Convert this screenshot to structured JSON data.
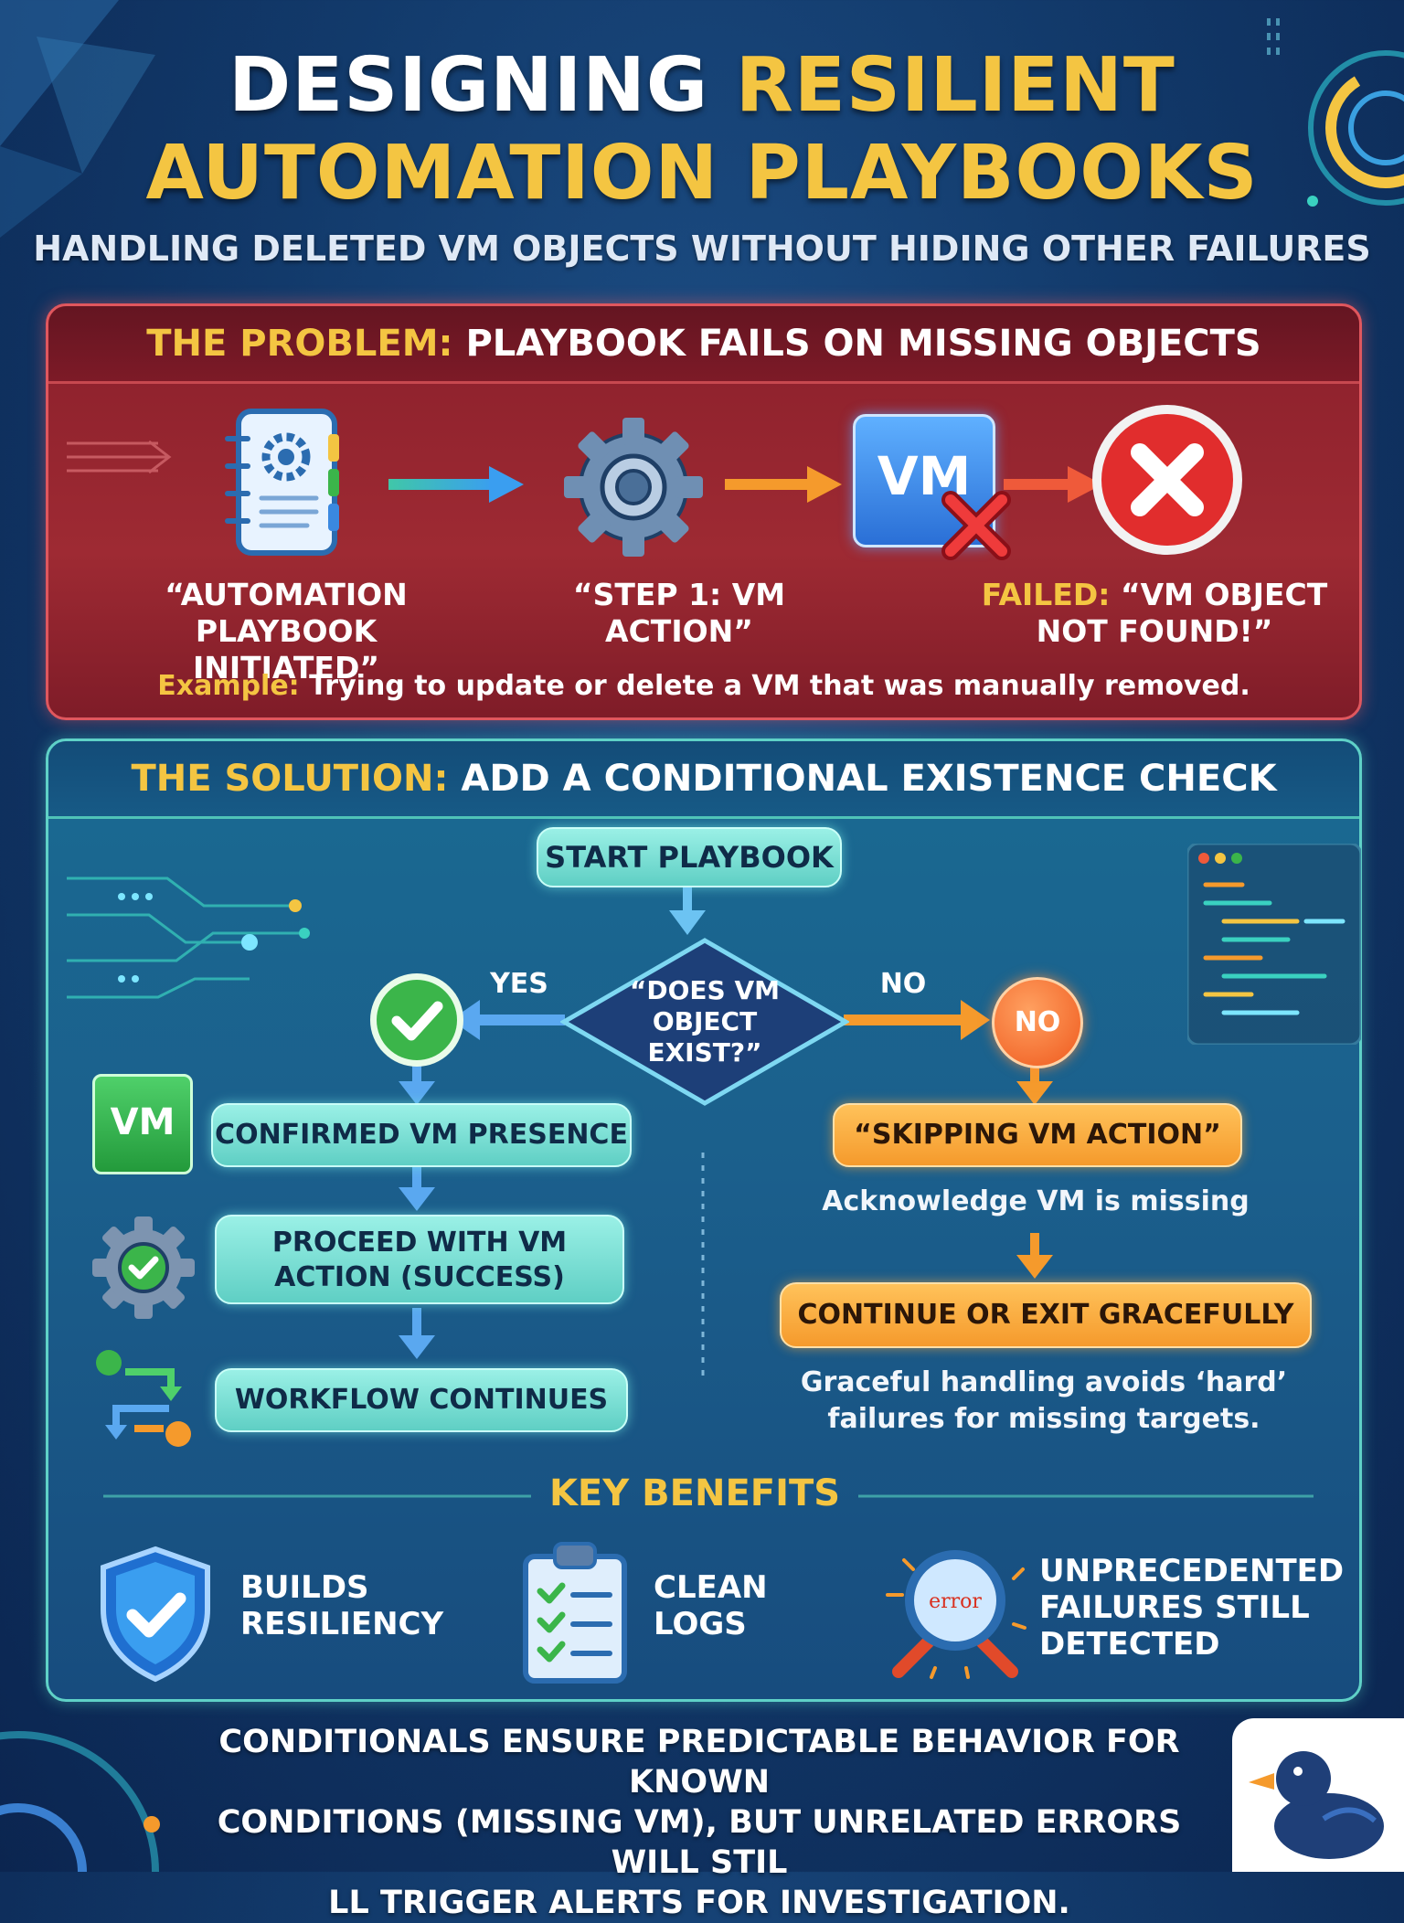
{
  "title": {
    "line1_white": "DESIGNING",
    "line1_yellow": "RESILIENT",
    "line2": "AUTOMATION PLAYBOOKS",
    "subtitle": "HANDLING DELETED VM OBJECTS WITHOUT HIDING OTHER FAILURES"
  },
  "problem": {
    "heading_prefix": "THE PROBLEM:",
    "heading_rest": "PLAYBOOK FAILS ON MISSING OBJECTS",
    "step1_line1": "“AUTOMATION",
    "step1_line2": "PLAYBOOK INITIATED”",
    "step2": "“STEP 1: VM ACTION”",
    "vm_badge": "VM",
    "failed_prefix": "FAILED:",
    "failed_line1": "“VM OBJECT",
    "failed_line2": "NOT FOUND!”",
    "example_prefix": "Example:",
    "example_text": "Trying to update or delete a VM that was manually removed."
  },
  "solution": {
    "heading_prefix": "THE SOLUTION:",
    "heading_rest": "ADD A CONDITIONAL EXISTENCE CHECK",
    "start": "START PLAYBOOK",
    "decision_line1": "“DOES VM",
    "decision_line2": "OBJECT",
    "decision_line3": "EXIST?”",
    "yes_label": "YES",
    "no_label": "NO",
    "no_circle": "NO",
    "vm_badge": "VM",
    "confirmed": "CONFIRMED VM PRESENCE",
    "proceed_line1": "PROCEED WITH VM",
    "proceed_line2": "ACTION (SUCCESS)",
    "workflow": "WORKFLOW CONTINUES",
    "skipping": "“SKIPPING VM ACTION”",
    "acknowledge": "Acknowledge VM is missing",
    "continue_exit": "CONTINUE OR EXIT GRACEFULLY",
    "graceful_line1": "Graceful handling avoids ‘hard’",
    "graceful_line2": "failures for missing targets."
  },
  "benefits": {
    "heading": "KEY BENEFITS",
    "b1_line1": "BUILDS",
    "b1_line2": "RESILIENCY",
    "b2_line1": "CLEAN",
    "b2_line2": "LOGS",
    "b3_line1": "UNPRECEDENTED",
    "b3_line2": "FAILURES STILL",
    "b3_line3": "DETECTED",
    "magnifier_text": "error"
  },
  "footer": {
    "line1": "CONDITIONALS ENSURE PREDICTABLE BEHAVIOR FOR KNOWN",
    "line2": "CONDITIONS (MISSING VM), BUT UNRELATED ERRORS WILL STIL",
    "line3": "LL TRIGGER ALERTS FOR INVESTIGATION."
  },
  "colors": {
    "accent_yellow": "#f4c542",
    "problem_red": "#9e2a33",
    "solution_teal": "#1b5f8c",
    "success_green": "#3bb54a",
    "warning_orange": "#f59a2c"
  }
}
